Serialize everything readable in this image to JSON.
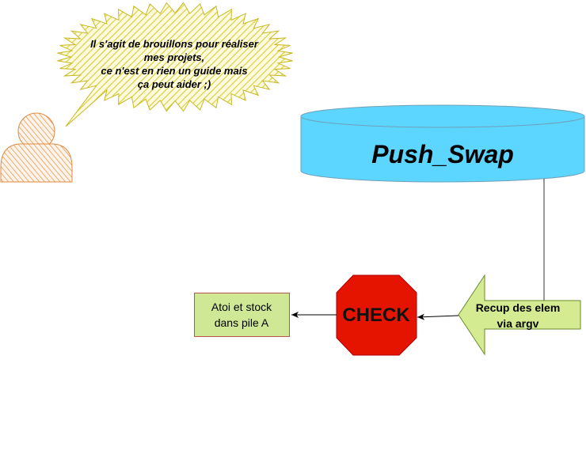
{
  "speech_bubble": {
    "text": "Il s'agit de brouillons pour réaliser\nmes projets,\nce n'est en rien un guide mais\nça peut aider ;)"
  },
  "database": {
    "label": "Push_Swap"
  },
  "arrow_shape": {
    "label": "Recup des elem\nvia argv"
  },
  "stop_sign": {
    "label": "CHECK"
  },
  "process_box": {
    "label": "Atoi et stock\ndans pile A"
  },
  "colors": {
    "bubble_fill": "#e8e05a",
    "person_fill": "#f0a860",
    "database_fill": "#5cd6ff",
    "arrow_fill": "#d4eb91",
    "stop_fill": "#e51400",
    "box_fill": "#cfe896",
    "box_stroke": "#b85450"
  },
  "icons": {
    "person": "person-icon"
  }
}
